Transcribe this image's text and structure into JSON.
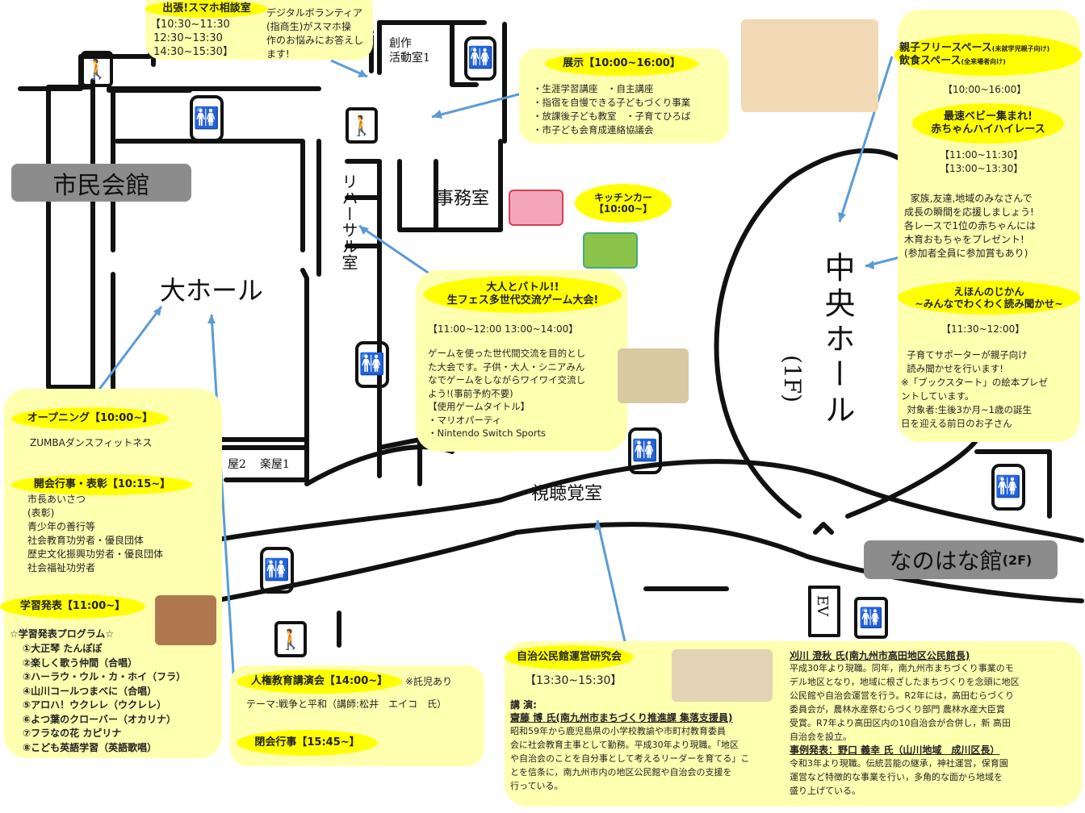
{
  "buildings": {
    "shimin": "市民会館",
    "nanohana": "なのはな館",
    "nanohana_floor": "(2F)"
  },
  "rooms": {
    "daihall": "大ホール",
    "rehearsal": "リハーサル室",
    "jimu": "事務室",
    "sousaku": "創作\n活動室1",
    "shichokaku": "視聴覚室",
    "chuo": "中央ホール",
    "chuo_floor": "(1F)",
    "gakuya1": "楽屋1",
    "gakuya2": "屋2",
    "ev": "EV"
  },
  "smartphone": {
    "title": "出張!スマホ相談室",
    "times": "【10:30~11:30\n 12:30~13:30\n 14:30~15:30】",
    "desc": "デジタルボランティア\n(指商生)がスマホ操\n作のお悩みにお答えし\nます!"
  },
  "exhibit": {
    "title": "展示【10:00~16:00】",
    "items": "・生涯学習講座　・自主講座\n・指宿を自慢できる子どもづくり事業\n・放課後子ども教室　・子育てひろば\n・市子ども会育成連絡協議会"
  },
  "kitchen": {
    "title": "キッチンカー\n【10:00~】"
  },
  "game": {
    "title": "大人とバトル!!\n生フェス多世代交流ゲーム大会!",
    "times": "【11:00~12:00 13:00~14:00】",
    "desc": "ゲームを使った世代間交流を目的とし\nた大会です。子供・大人・シニアみん\nなでゲームをしながらワイワイ交流し\nよう!(事前予約不要)\n【使用ゲームタイトル】\n・マリオパーティ\n・Nintendo Switch Sports"
  },
  "left": {
    "opening_title": "オープニング【10:00~】",
    "opening_desc": "ZUMBAダンスフィットネス",
    "ceremony_title": "開会行事・表彰【10:15~】",
    "ceremony_desc": "市長あいさつ\n(表彰)\n青少年の善行等\n社会教育功労者・優良団体\n歴史文化振興功労者・優良団体\n社会福祉功労者",
    "study_title": "学習発表【11:00~】",
    "program_title": "☆学習発表プログラム☆",
    "program": [
      "①大正琴 たんぽぽ",
      "②楽しく歌う仲間（合唱）",
      "③ハーラウ・ウル・カ・ホイ（フラ）",
      "④山川コールつまべに（合唱）",
      "⑤アロハ！ウクレレ（ウクレレ）",
      "⑥よつ葉のクローバー（オカリナ）",
      "⑦フラなの花 カピリナ",
      "⑧こども英語学習（英語歌唱）"
    ]
  },
  "jinken": {
    "title": "人権教育講演会【14:00~】",
    "note": "※託児あり",
    "desc": "テーマ:戦争と平和（講師:松井　エイコ　氏）",
    "closing": "閉会行事【15:45~】"
  },
  "right": {
    "free_title1": "親子フリースペース",
    "free_sub1": "(未就学児親子向け)",
    "free_title2": "飲食スペース",
    "free_sub2": "(全来場者向け)",
    "free_time": "【10:00~16:00】",
    "race_title": "最速ベビー集まれ!\n赤ちゃんハイハイレース",
    "race_times": "【11:00~11:30】\n【13:00~13:30】",
    "race_desc": "  家族,友達,地域のみなさんで\n成長の瞬間を応援しましょう!\n各レースで1位の赤ちゃんには\n木育おもちゃをプレゼント!\n(参加者全員に参加賞もあり)",
    "ehon_title": "えほんのじかん\n~みんなでわくわく読み聞かせ~",
    "ehon_time": "【11:30~12:00】",
    "ehon_desc": "  子育てサポーターが親子向け\n  読み聞かせを行います!\n※「ブックスタート」の絵本プレゼ\nントしています。\n  対象者:生後3か月~1歳の誕生\n日を迎える前日のお子さん"
  },
  "jichi": {
    "title": "自治公民館運営研究会",
    "time": "【13:30~15:30】",
    "lecture_label": "講 演:",
    "speaker1": "齋藤 博 氏(南九州市まちづくり推進課 集落支援員)",
    "speaker1_desc": "昭和59年から鹿児島県の小学校教諭や市町村教育委員\n会に社会教育主事として勤務。平成30年より現職。「地区\nや自治会のことを自分事として考えるリーダーを育てる」こ\nとを信条に，南九州市内の地区公民館や自治会の支援を\n行っている。",
    "speaker2": "刈川 澄秋 氏(南九州市高田地区公民館長)",
    "speaker2_desc": "平成30年より現職。同年，南九州市まちづくり事業のモ\nデル地区となり，地域に根ざしたまちづくりを念頭に地区\n公民館や自治会運営を行う。R2年には，高田むらづくり\n委員会が，農林水産祭むらづくり部門 農林水産大臣賞\n受賞。R7年より高田区内の10自治会が合併し，新 高田\n自治会を設立。",
    "case_label": "事例発表：野口 義幸 氏（山川地域　成川区長）",
    "case_desc": "令和3年より現職。伝統芸能の継承，神社運営，保育園\n運営など特徴的な事業を行い，多角的な面から地域を\n盛り上げている。"
  },
  "colors": {
    "box": "#ffffb0",
    "highlight": "#ffff00",
    "arrow": "#5b9bd5",
    "label_bg": "#8c8c8c"
  }
}
